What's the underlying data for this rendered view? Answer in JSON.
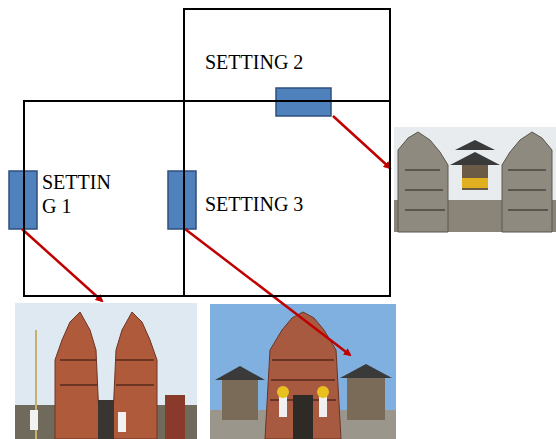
{
  "diagram": {
    "nodes": [
      {
        "text": [
          "SETTING 2"
        ]
      },
      {
        "text": [
          "SETTIN G 1"
        ]
      },
      {
        "text": [
          "SETTING 3"
        ]
      }
    ]
  }
}
